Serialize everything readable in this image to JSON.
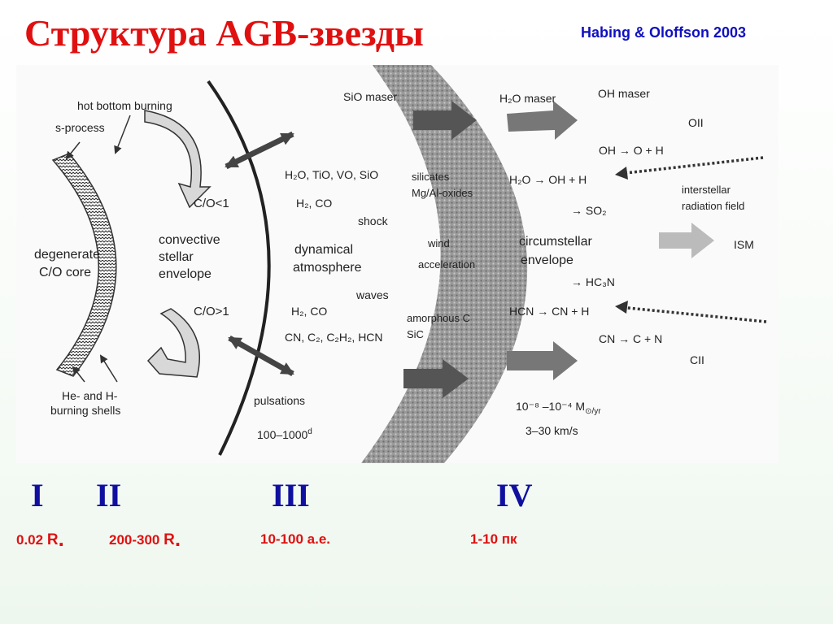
{
  "title": "Структура AGB-звезды",
  "citation": "Habing & Oloffson 2003",
  "diagram": {
    "core": [
      "degenerate",
      "C/O core"
    ],
    "hot_bottom": "hot bottom burning",
    "s_process": "s-process",
    "envelope": [
      "convective",
      "stellar",
      "envelope"
    ],
    "co_lt": "C/O<1",
    "co_gt": "C/O>1",
    "shells": [
      "He- and H-",
      "burning shells"
    ],
    "pulsations": "pulsations",
    "period": "100–1000",
    "period_sup": "d",
    "mol_o1": "H₂O, TiO, VO, SiO",
    "mol_o2": "H₂, CO",
    "shock": "shock",
    "dyn": [
      "dynamical",
      "atmosphere"
    ],
    "waves": "waves",
    "mol_c1": "H₂, CO",
    "mol_c2": "CN, C₂, C₂H₂, HCN",
    "sio_maser": "SiO maser",
    "silicates": [
      "silicates",
      "Mg/Al-oxides"
    ],
    "wind": [
      "wind",
      "acceleration"
    ],
    "amorphous": [
      "amorphous C",
      "SiC"
    ],
    "h2o_maser": "H₂O maser",
    "oh_maser": "OH maser",
    "oii": "OII",
    "oh_reac": "OH → O + H",
    "h2o_reac": "H₂O → OH + H",
    "isrf": [
      "interstellar",
      "radiation field"
    ],
    "so2": "→ SO₂",
    "circ": [
      "circumstellar",
      "envelope"
    ],
    "ism": "ISM",
    "hc3n": "→ HC₃N",
    "hcn_reac": "HCN → CN + H",
    "cn_reac": "CN → C + N",
    "cii": "CII",
    "mdot": "10⁻⁸ –10⁻⁴ M",
    "mdot_unit": "⊙/yr",
    "vel": "3–30 km/s"
  },
  "zones": [
    {
      "roman": "I",
      "scale": "0.02"
    },
    {
      "roman": "II",
      "scale": "200-300"
    },
    {
      "roman": "III",
      "scale": "10-100 а.е."
    },
    {
      "roman": "IV",
      "scale": "1-10 пк"
    }
  ],
  "rsun_symbol": "R"
}
